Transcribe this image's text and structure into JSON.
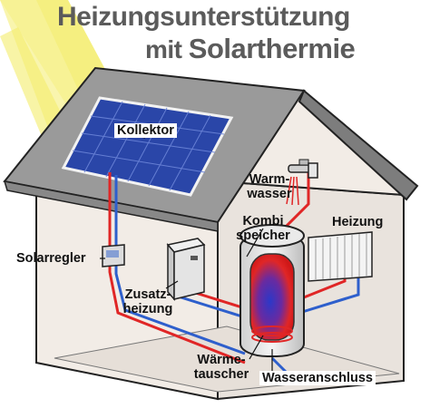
{
  "title": {
    "line1": "Heizungsunterstützung",
    "line2_prefix": "mit",
    "line2_main": "Solarthermie"
  },
  "labels": {
    "kollektor": "Kollektor",
    "warmwasser_1": "Warm-",
    "warmwasser_2": "wasser",
    "heizung": "Heizung",
    "kombispeicher_1": "Kombi",
    "kombispeicher_2": "speicher",
    "solarregler": "Solarregler",
    "zusatzheizung_1": "Zusatz-",
    "zusatzheizung_2": "heizung",
    "waermetauscher_1": "Wärme-",
    "waermetauscher_2": "tauscher",
    "wasseranschluss": "Wasseranschluss"
  },
  "colors": {
    "sun": "#f3ec6a",
    "roof": "#9a9a9a",
    "wall": "#f2ece6",
    "pipe_hot": "#e02626",
    "pipe_cold": "#2e5fcc",
    "panel": "#2a46a8",
    "title": "#5b5b5b"
  }
}
